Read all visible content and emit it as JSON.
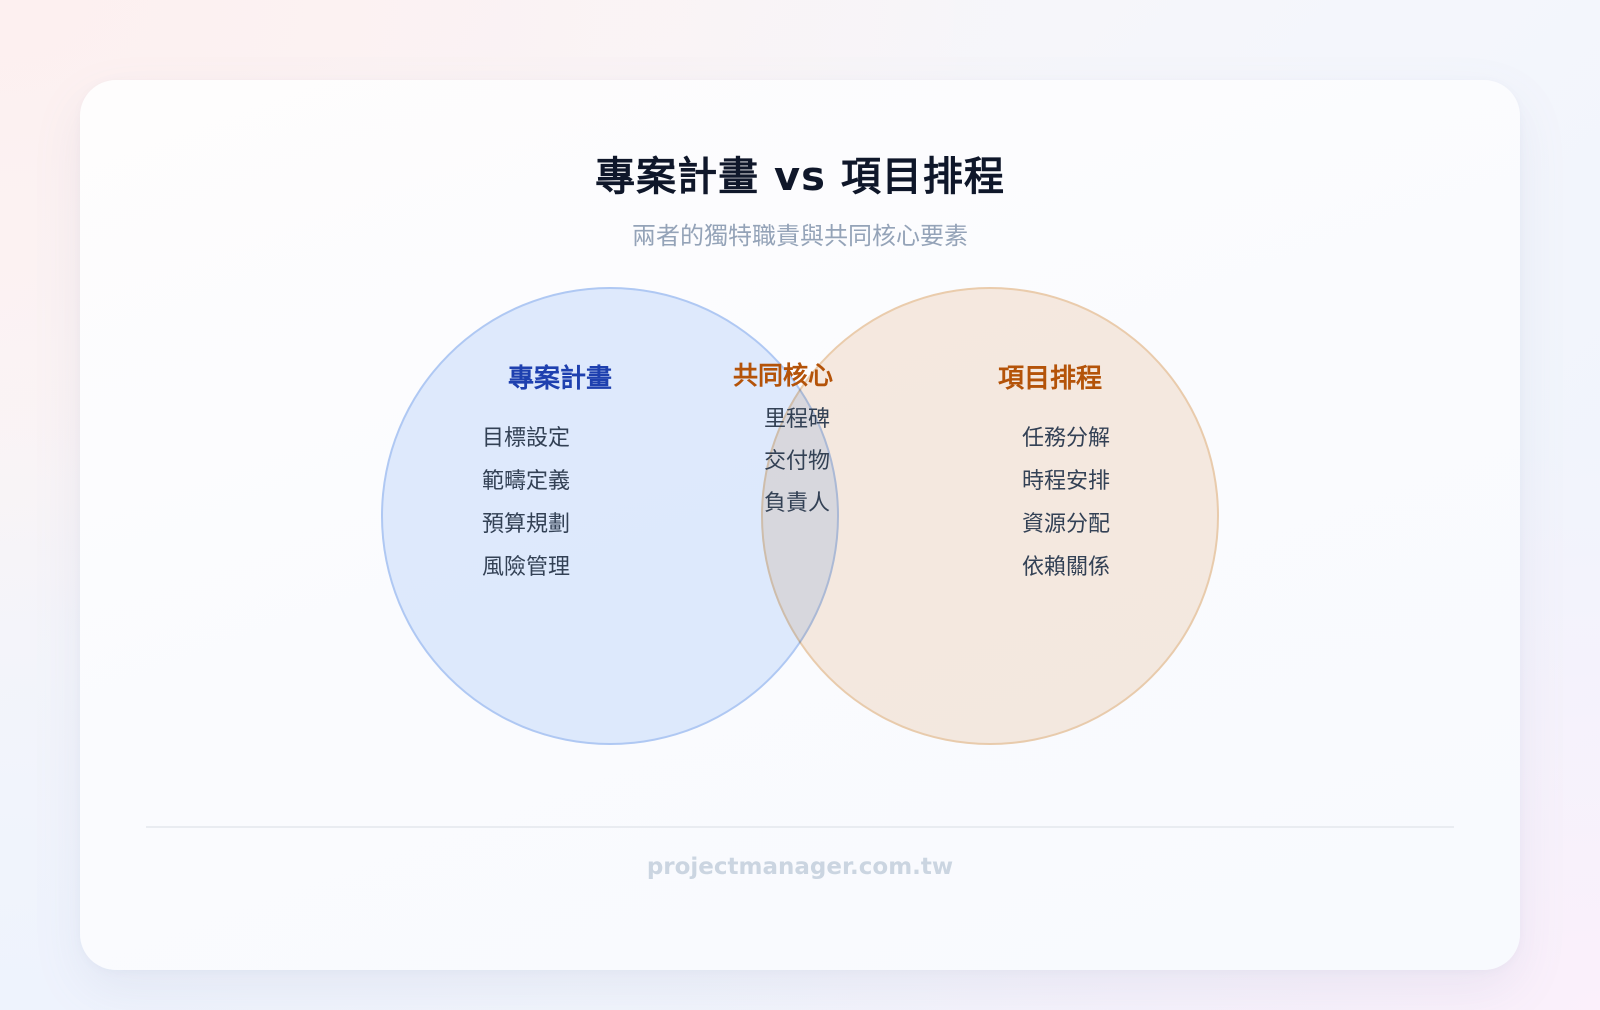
{
  "header": {
    "title": "專案計畫 vs 項目排程",
    "subtitle": "兩者的獨特職責與共同核心要素"
  },
  "venn": {
    "left": {
      "title": "專案計畫",
      "color": "#1e40af",
      "items": [
        "目標設定",
        "範疇定義",
        "預算規劃",
        "風險管理"
      ]
    },
    "center": {
      "title": "共同核心",
      "color": "#b45309",
      "items": [
        "里程碑",
        "交付物",
        "負責人"
      ]
    },
    "right": {
      "title": "項目排程",
      "color": "#b45309",
      "items": [
        "任務分解",
        "時程安排",
        "資源分配",
        "依賴關係"
      ]
    }
  },
  "footer": {
    "text": "projectmanager.com.tw"
  }
}
